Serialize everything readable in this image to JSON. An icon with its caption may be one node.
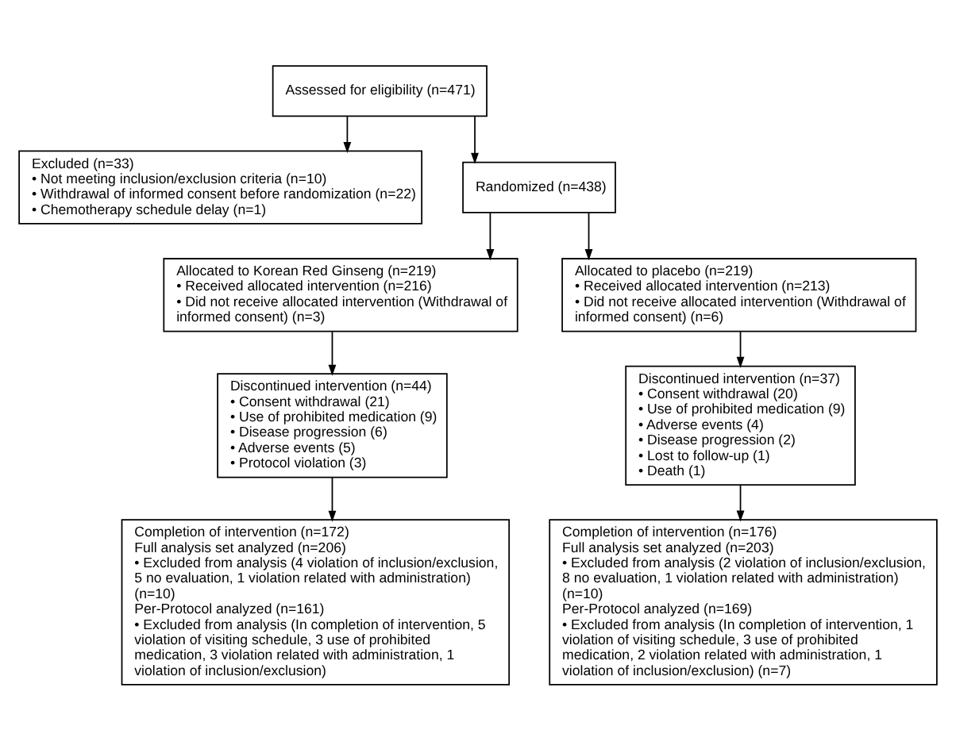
{
  "diagram": {
    "nodes": [
      {
        "text": [
          "Assessed for eligibility (n=471)"
        ]
      },
      {
        "text": [
          "Excluded (n=33)",
          "• Not meeting inclusion/exclusion criteria (n=10)",
          "• Withdrawal of informed consent before randomization (n=22)",
          "• Chemotherapy schedule delay (n=1)"
        ]
      },
      {
        "text": [
          "Randomized (n=438)"
        ]
      },
      {
        "text": [
          "Allocated to Korean Red Ginseng (n=219)",
          "• Received allocated intervention (n=216)",
          "• Did not receive allocated intervention (Withdrawal of informed consent) (n=3)"
        ]
      },
      {
        "text": [
          "Allocated to placebo (n=219)",
          "• Received allocated intervention (n=213)",
          "• Did not receive allocated intervention (Withdrawal of informed consent) (n=6)"
        ]
      },
      {
        "text": [
          "Discontinued intervention (n=44)",
          "• Consent withdrawal (21)",
          "• Use of prohibited medication (9)",
          "• Disease progression (6)",
          "• Adverse events (5)",
          "• Protocol violation (3)"
        ]
      },
      {
        "text": [
          "Discontinued intervention (n=37)",
          "• Consent withdrawal (20)",
          "• Use of prohibited medication (9)",
          "• Adverse events (4)",
          "• Disease progression (2)",
          "• Lost to follow-up (1)",
          "• Death (1)"
        ]
      },
      {
        "text": [
          "Completion of intervention (n=172)",
          "Full analysis set analyzed (n=206)",
          "• Excluded from analysis (4 violation of inclusion/exclusion, 5 no evaluation, 1 violation related with administration) (n=10)",
          "Per-Protocol analyzed (n=161)",
          "• Excluded from analysis (In completion of intervention, 5 violation of visiting schedule, 3 use of prohibited medication, 3 violation related with administration, 1 violation of inclusion/exclusion)"
        ]
      },
      {
        "text": [
          "Completion of intervention (n=176)",
          "Full analysis set analyzed (n=203)",
          "• Excluded from analysis (2 violation of inclusion/exclusion, 8 no evaluation, 1 violation related with administration) (n=10)",
          "Per-Protocol analyzed (n=169)",
          "• Excluded from analysis (In completion of intervention, 1 violation of visiting schedule, 3 use of prohibited medication, 2 violation related with administration, 1 violation of inclusion/exclusion) (n=7)"
        ]
      }
    ],
    "edges": [
      {
        "from": 0,
        "to": 1,
        "arrow": "to"
      },
      {
        "from": 0,
        "to": 2,
        "arrow": "to"
      },
      {
        "from": 2,
        "to": 3,
        "arrow": "to"
      },
      {
        "from": 2,
        "to": 4,
        "arrow": "to"
      },
      {
        "from": 3,
        "to": 5,
        "arrow": "to"
      },
      {
        "from": 4,
        "to": 6,
        "arrow": "to"
      },
      {
        "from": 5,
        "to": 7,
        "arrow": "to"
      },
      {
        "from": 6,
        "to": 8,
        "arrow": "to"
      }
    ]
  }
}
